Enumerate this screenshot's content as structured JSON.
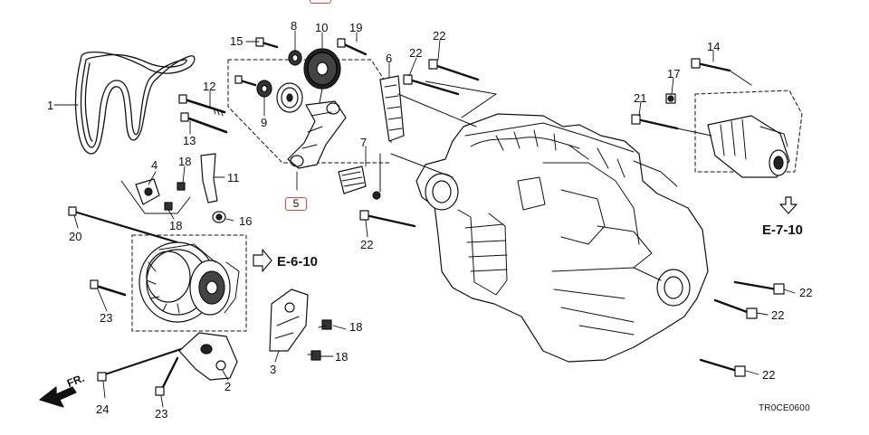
{
  "diagram_code": "TR0CE0600",
  "references": {
    "e_6_10": "E-6-10",
    "e_7_10": "E-7-10"
  },
  "front_marker": "FR.",
  "callouts": {
    "n1": "1",
    "n2": "2",
    "n3": "3",
    "n4": "4",
    "n5": "5",
    "n6": "6",
    "n7": "7",
    "n8": "8",
    "n9": "9",
    "n10": "10",
    "n11": "11",
    "n12": "12",
    "n13": "13",
    "n14": "14",
    "n15": "15",
    "n16": "16",
    "n17": "17",
    "n18": "18",
    "n19": "19",
    "n20": "20",
    "n21": "21",
    "n22": "22",
    "n23": "23",
    "n24": "24"
  },
  "colors": {
    "line": "#111111",
    "highlight": "#d04848"
  }
}
